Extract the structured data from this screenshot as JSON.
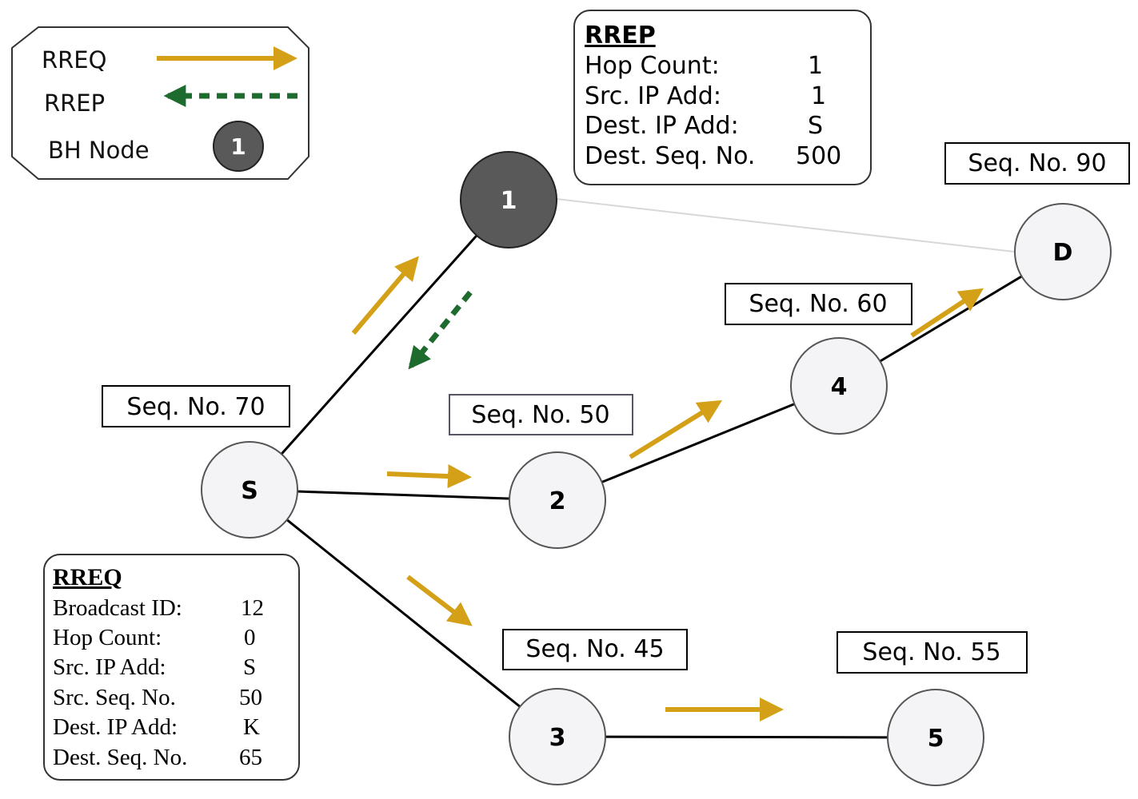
{
  "legend": {
    "rreq_label": "RREQ",
    "rrep_label": "RREP",
    "bh_label": "BH Node",
    "bh_symbol_text": "1"
  },
  "colors": {
    "rreq_arrow": "#D4A017",
    "rrep_arrow": "#1E6B2E",
    "bh_node_fill": "#595959",
    "node_fill": "#f4f4f6",
    "edge": "#000000",
    "faint_edge": "#d8d8d8"
  },
  "nodes": {
    "S": "S",
    "n1": "1",
    "n2": "2",
    "n3": "3",
    "n4": "4",
    "n5": "5",
    "D": "D"
  },
  "seq_labels": {
    "S": "Seq. No. 70",
    "n2": "Seq. No. 50",
    "n3": "Seq. No. 45",
    "n4": "Seq. No. 60",
    "n5": "Seq. No. 55",
    "D": "Seq. No. 90"
  },
  "rrep_box": {
    "title": "RREP",
    "rows": [
      {
        "label": "Hop Count:",
        "value": "1"
      },
      {
        "label": "Src. IP Add:",
        "value": "1"
      },
      {
        "label": "Dest. IP Add:",
        "value": "S"
      },
      {
        "label": "Dest. Seq. No.",
        "value": "500"
      }
    ]
  },
  "rreq_box": {
    "title": "RREQ",
    "rows": [
      {
        "label": "Broadcast ID:",
        "value": "12"
      },
      {
        "label": "Hop Count:",
        "value": "0"
      },
      {
        "label": "Src. IP Add:",
        "value": "S"
      },
      {
        "label": "Src. Seq. No.",
        "value": "50"
      },
      {
        "label": "Dest. IP Add:",
        "value": "K"
      },
      {
        "label": "Dest. Seq. No.",
        "value": "65"
      }
    ]
  }
}
